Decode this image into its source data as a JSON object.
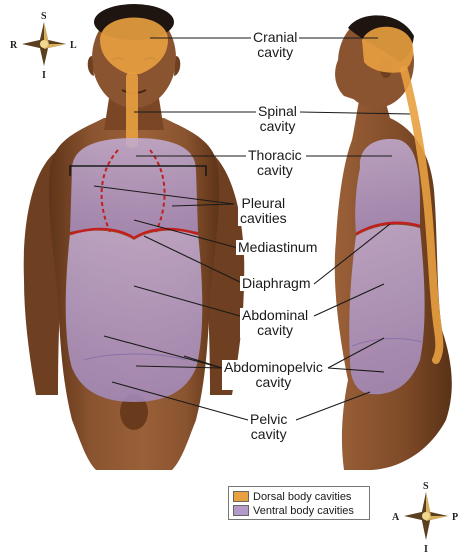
{
  "compass_front": {
    "superior": "S",
    "inferior": "I",
    "right": "R",
    "left": "L"
  },
  "compass_side": {
    "superior": "S",
    "inferior": "I",
    "anterior": "A",
    "posterior": "P"
  },
  "labels": {
    "cranial": [
      "Cranial",
      "cavity"
    ],
    "spinal": [
      "Spinal",
      "cavity"
    ],
    "thoracic": [
      "Thoracic",
      "cavity"
    ],
    "pleural": [
      "Pleural",
      "cavities"
    ],
    "mediastinum": [
      "Mediastinum"
    ],
    "diaphragm": [
      "Diaphragm"
    ],
    "abdominal": [
      "Abdominal",
      "cavity"
    ],
    "abdominopelvic": [
      "Abdominopelvic",
      "cavity"
    ],
    "pelvic": [
      "Pelvic",
      "cavity"
    ]
  },
  "legend": {
    "items": [
      {
        "label": "Dorsal body cavities",
        "color": "#e8a040"
      },
      {
        "label": "Ventral body cavities",
        "color": "#b49ac8"
      }
    ]
  },
  "colors": {
    "skin": "#8a5430",
    "skin_dark": "#5e3418",
    "dorsal": "#e8a040",
    "ventral": "#b49ac8",
    "diaphragm_line": "#c0201e"
  }
}
